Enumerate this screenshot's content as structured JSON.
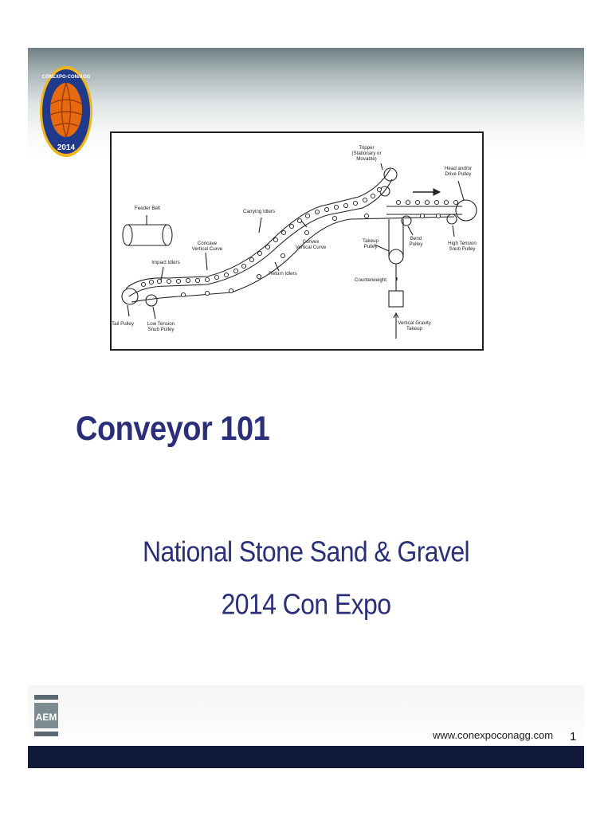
{
  "slide": {
    "title": "Conveyor 101",
    "subtitle_line1": "National Stone Sand & Gravel",
    "subtitle_line2": "2014 Con Expo",
    "url": "www.conexpoconagg.com",
    "page_number": "1"
  },
  "logo": {
    "text_top": "CONEXPO-CON/AGG",
    "year": "2014"
  },
  "footer_logo": {
    "text": "AEM"
  },
  "diagram": {
    "labels": {
      "tripper": [
        "Tripper",
        "(Stationary or",
        "Movable)"
      ],
      "head_drive": [
        "Head and/or",
        "Drive Pulley"
      ],
      "feeder_belt": [
        "Feeder Belt"
      ],
      "carrying_idlers": [
        "Carrying Idlers"
      ],
      "concave": [
        "Concave",
        "Vertical Curve"
      ],
      "convex": [
        "Convex",
        "Vertical Curve"
      ],
      "takeup_pulley": [
        "Takeup",
        "Pulley"
      ],
      "bend_pulley": [
        "Bend",
        "Pulley"
      ],
      "high_tension": [
        "High Tension",
        "Snub Pulley"
      ],
      "impact_idlers": [
        "Impact Idlers"
      ],
      "return_idlers": [
        "Return Idlers"
      ],
      "counterweight": [
        "Counterweight"
      ],
      "tail_pulley": [
        "Tail Pulley"
      ],
      "low_tension": [
        "Low Tension",
        "Snub Pulley"
      ],
      "vertical_gravity": [
        "Vertical Gravity",
        "Takeup"
      ]
    }
  },
  "colors": {
    "title": "#2b2f7a",
    "footer_bar": "#111a3a",
    "logo_ring": "#1f3a8a",
    "logo_fill": "#e86a10",
    "logo_gold": "#f2b51a"
  }
}
